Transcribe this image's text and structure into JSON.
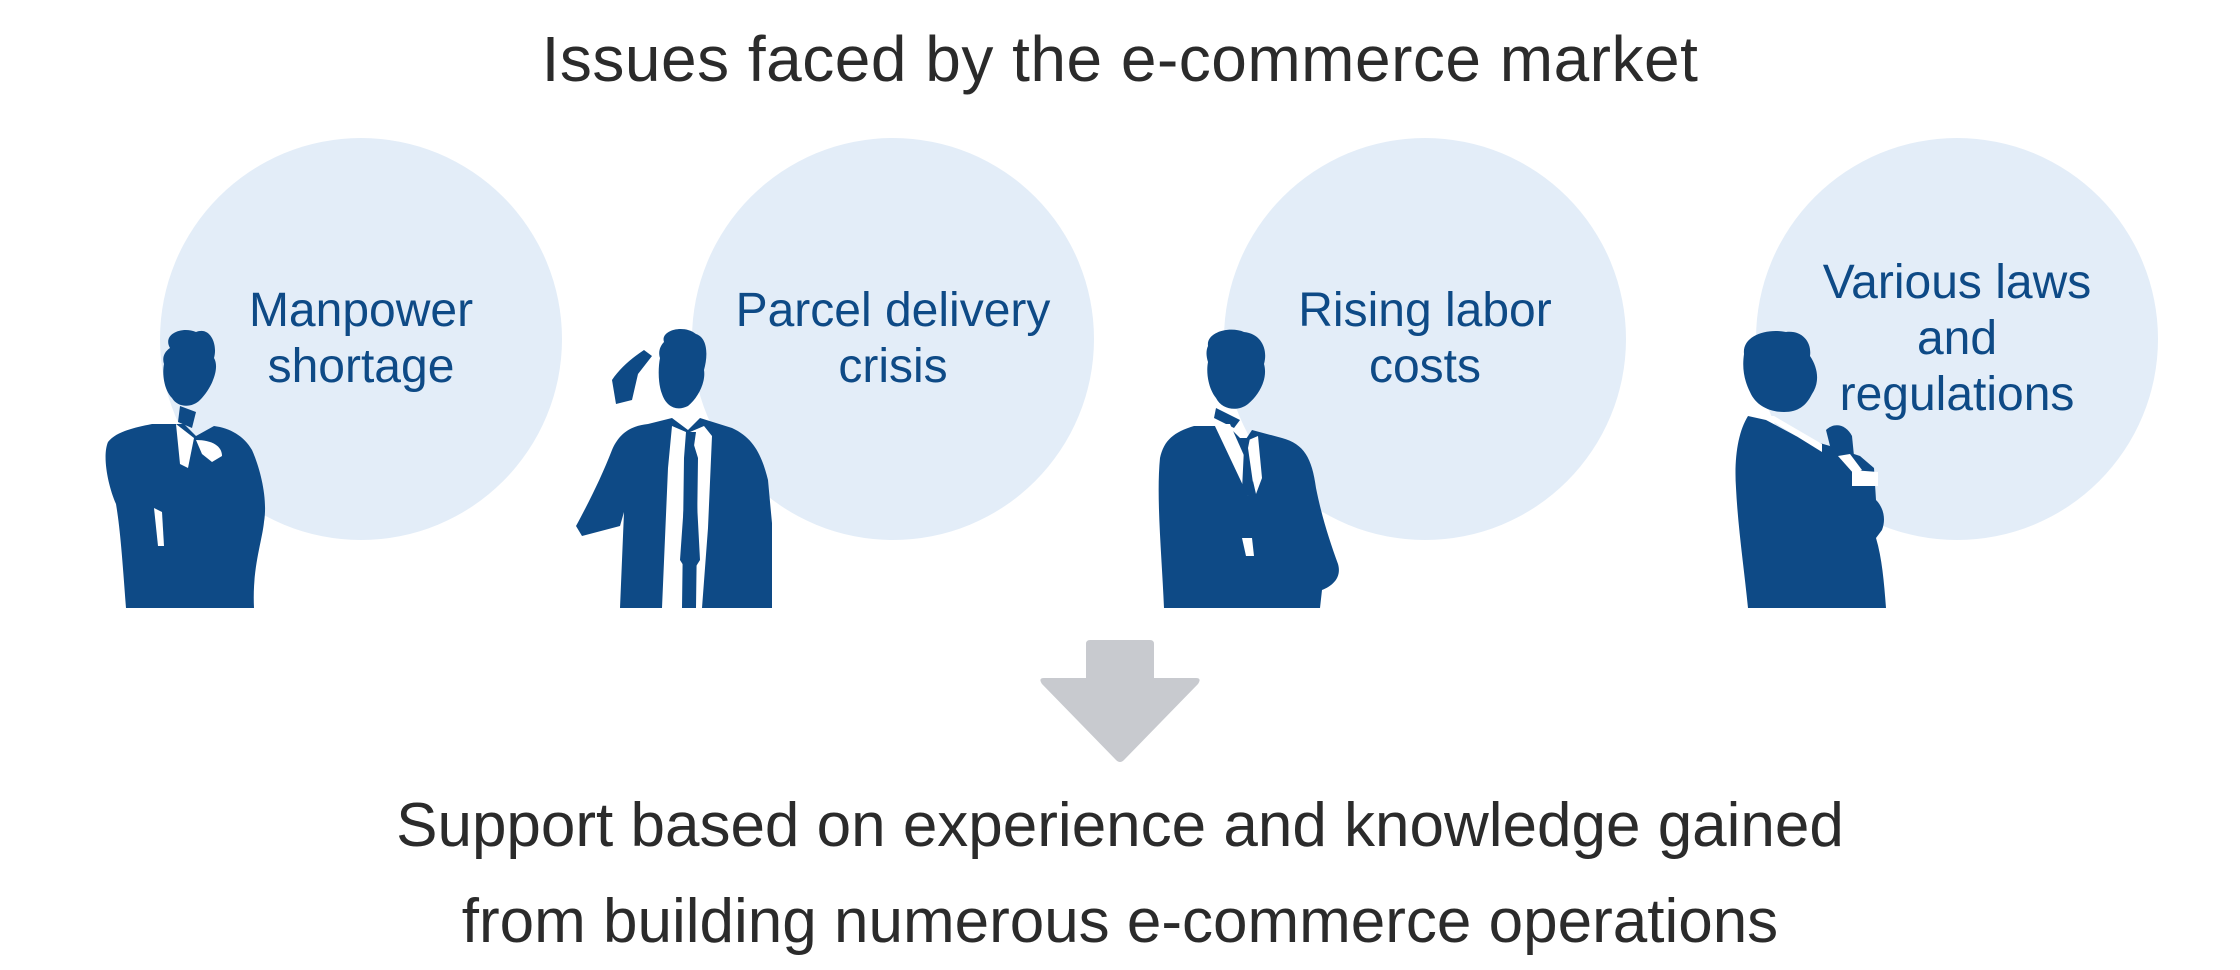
{
  "title": "Issues faced by the e-commerce market",
  "issues": [
    {
      "label": "Manpower\nshortage",
      "icon": "thinking-businessman-icon"
    },
    {
      "label": "Parcel delivery\ncrisis",
      "icon": "head-scratching-businessman-icon"
    },
    {
      "label": "Rising labor\ncosts",
      "icon": "pondering-businessman-icon"
    },
    {
      "label": "Various laws\nand\nregulations",
      "icon": "profile-thinking-businessman-icon"
    }
  ],
  "arrow_icon": "down-arrow-icon",
  "conclusion": {
    "line1": "Support based on experience and knowledge gained",
    "line2": "from building numerous e-commerce operations"
  },
  "colors": {
    "bubble": "#e3edf8",
    "bubble_text": "#0e4a86",
    "silhouette": "#0e4a86",
    "arrow": "#c8cacf",
    "text": "#2b2b2b"
  }
}
